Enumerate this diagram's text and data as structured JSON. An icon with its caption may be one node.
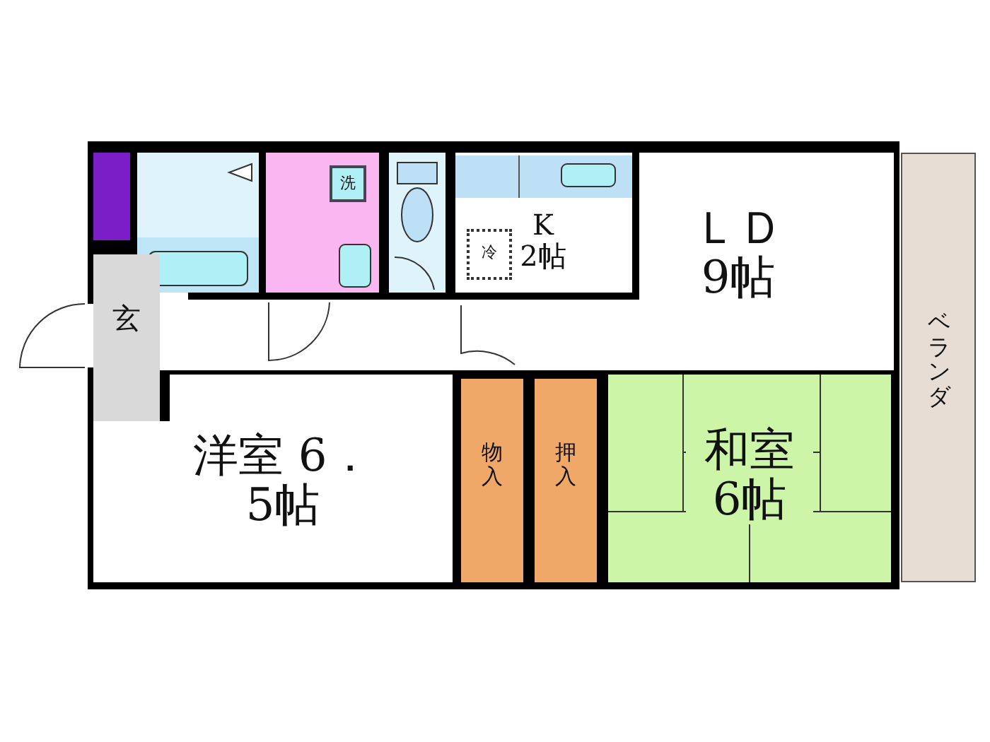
{
  "diagram": {
    "nodes": [
      {
        "text": [
          "玄"
        ]
      },
      {
        "text": [
          "洗"
        ]
      },
      {
        "text": [
          "K 2帖"
        ]
      },
      {
        "text": [
          "冷"
        ],
        "in": 2
      },
      {
        "text": [
          "ＬＤ 9帖"
        ]
      },
      {
        "text": [
          "ベランダ"
        ]
      },
      {
        "text": [
          "洋室 6．5帖"
        ]
      },
      {
        "text": [
          "物入"
        ]
      },
      {
        "text": [
          "押入"
        ]
      },
      {
        "text": [
          "和室 6帖"
        ]
      }
    ]
  }
}
